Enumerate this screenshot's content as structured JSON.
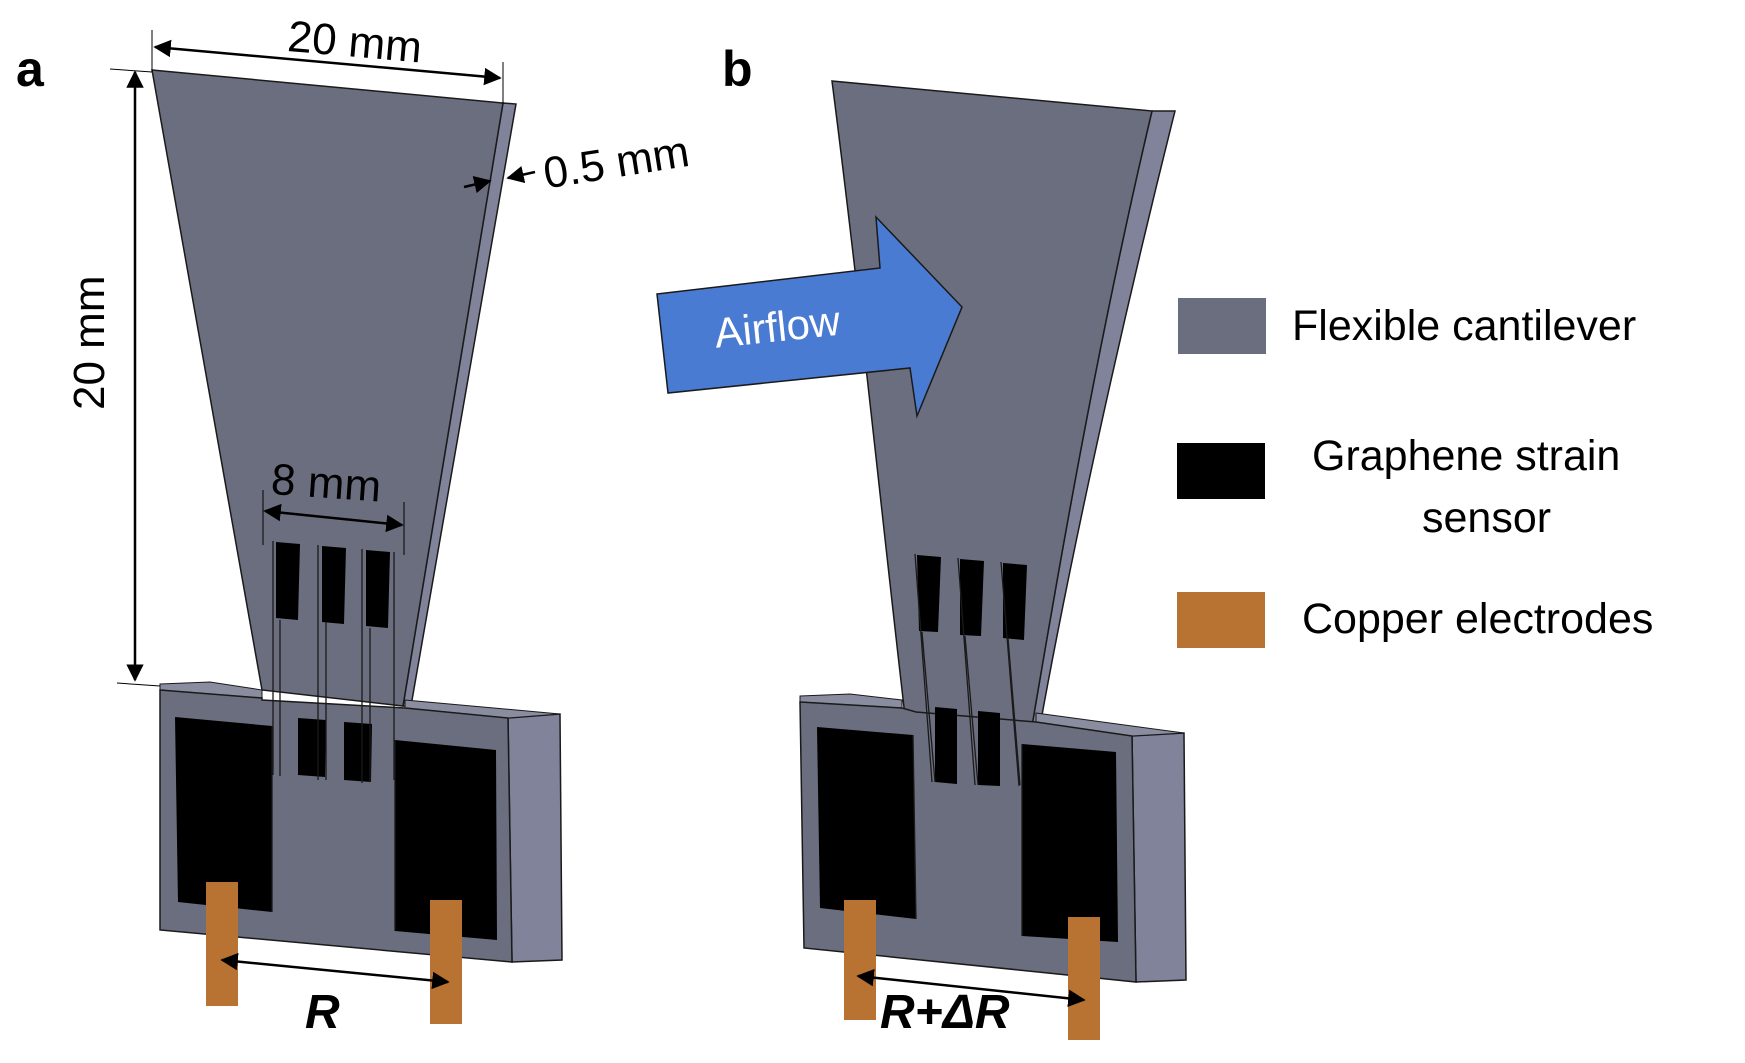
{
  "figure": {
    "colors": {
      "cantilever": "#6b6e7e",
      "cantilever_side": "#80839a",
      "sensor": "#000000",
      "copper": "#b87333",
      "airflow_arrow": "#4a7bd2",
      "outline": "#1a1a1a",
      "background": "#ffffff"
    },
    "panel_a": {
      "letter": "a",
      "dim_width": "20 mm",
      "dim_height": "20 mm",
      "dim_thickness": "0.5 mm",
      "dim_sensor_width": "8 mm",
      "resistance_label": "R"
    },
    "panel_b": {
      "letter": "b",
      "airflow_label": "Airflow",
      "resistance_label": "R+ΔR"
    },
    "legend": {
      "items": [
        {
          "label": "Flexible cantilever",
          "color": "#6b6e7e"
        },
        {
          "label_line1": "Graphene strain",
          "label_line2": "sensor",
          "color": "#000000"
        },
        {
          "label": "Copper electrodes",
          "color": "#b87333"
        }
      ]
    }
  }
}
